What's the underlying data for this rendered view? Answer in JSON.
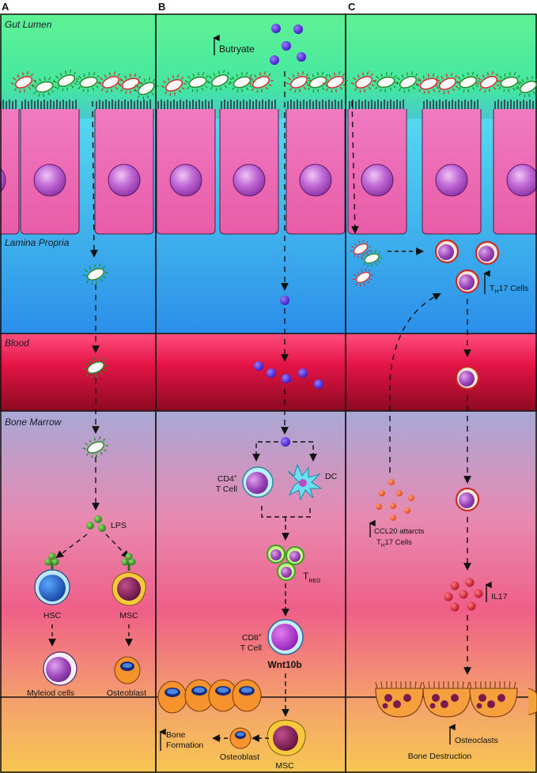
{
  "panels": {
    "a": "A",
    "b": "B",
    "c": "C"
  },
  "zones": {
    "gut_lumen": "Gut Lumen",
    "lamina_propria": "Lamina Propria",
    "blood": "Blood",
    "bone_marrow": "Bone Marrow"
  },
  "panel_a": {
    "lps": "LPS",
    "hsc": "HSC",
    "msc": "MSC",
    "myeloid": "Myleiod cells",
    "osteoblast": "Osteoblast"
  },
  "panel_b": {
    "butyrate": "Butryate",
    "cd4_line1": "CD4",
    "cd4_sup": "+",
    "cd4_line2": "T Cell",
    "dc": "DC",
    "treg_main": "T",
    "treg_sub": "REG",
    "cd8_line1": "CD8",
    "cd8_sup": "+",
    "cd8_line2": "T Cell",
    "wnt": "Wnt10b",
    "bone_line1": "Bone",
    "bone_line2": "Formation",
    "osteoblast": "Osteoblast",
    "msc": "MSC"
  },
  "panel_c": {
    "th17_t": "T",
    "th17_sub": "H",
    "th17_rest": "17 Cells",
    "ccl20_line1": "CCL20 attarcts",
    "ccl20_t": "T",
    "ccl20_sub": "H",
    "ccl20_rest": "17 Cells",
    "il17": "IL17",
    "osteoclasts": "Osteoclasts",
    "bone_destruction": "Bone Destruction"
  },
  "colors": {
    "gut_lumen": "#4dee8c",
    "lamina_propria": "#3fc0ea",
    "blood": "#c9113a",
    "bone_marrow_top": "#a7a3d4",
    "bone_marrow_mid": "#ee6f93",
    "bone_marrow_bottom": "#f7c15a",
    "epithelium": "#ec6fb0",
    "nucleus": "#b24cc4",
    "bacteria_green": "#2e8a2c",
    "bacteria_red": "#d03131",
    "butyrate": "#5a2fd6",
    "lps": "#3a9e2a",
    "ccl20": "#ec5a2c",
    "il17": "#d21a2e"
  }
}
